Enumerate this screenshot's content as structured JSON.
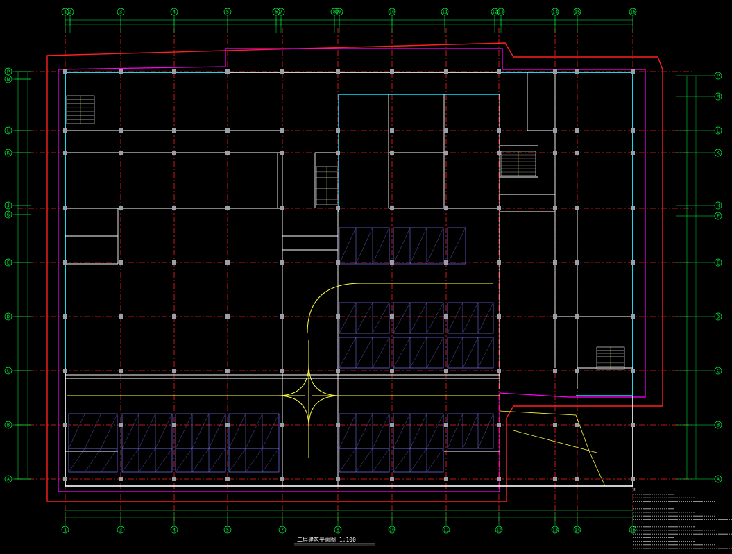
{
  "drawing": {
    "title": "二层建筑平面图 1:100",
    "columns_top": [
      "1",
      "2",
      "3",
      "4",
      "5",
      "6",
      "7",
      "8",
      "9",
      "10",
      "11",
      "12",
      "13",
      "14",
      "15",
      "16"
    ],
    "columns_bottom": [
      "1",
      "3",
      "4",
      "5",
      "7",
      "8",
      "10",
      "11",
      "12",
      "13",
      "14",
      "15",
      "16"
    ],
    "rows_left": [
      "P",
      "N",
      "L",
      "K",
      "J",
      "G",
      "E",
      "D",
      "C",
      "B",
      "A"
    ],
    "rows_right": [
      "P",
      "M",
      "L",
      "K",
      "H",
      "F",
      "E",
      "D",
      "C",
      "B",
      "A"
    ],
    "notes_heading": "注："
  },
  "colors": {
    "background": "#000000",
    "grid_lines": "#ff2020",
    "walls": "#ffffff",
    "glass": "#00e5ff",
    "fire_zone": "#ff00ff",
    "parking": "#6a6ae0",
    "driving": "#ffff40",
    "axis": "#00ff40"
  }
}
